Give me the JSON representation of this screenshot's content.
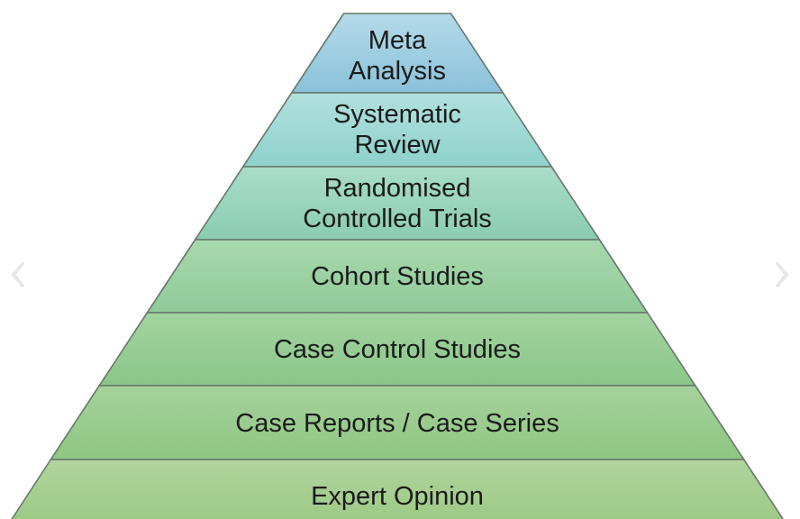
{
  "page": {
    "background_color": "#ffffff"
  },
  "pyramid": {
    "outline_color": "#68786e",
    "text_color": "#1b1b1b",
    "levels": [
      {
        "id": "meta-analysis",
        "lines": [
          "Meta",
          "Analysis"
        ],
        "color_top": "#b4dbe9",
        "color_bottom": "#8ac1d9"
      },
      {
        "id": "systematic-review",
        "lines": [
          "Systematic",
          "Review"
        ],
        "color_top": "#b1e1de",
        "color_bottom": "#8ed1cb"
      },
      {
        "id": "randomised-controlled-trials",
        "lines": [
          "Randomised",
          "Controlled Trials"
        ],
        "color_top": "#a9ddc9",
        "color_bottom": "#8accb2"
      },
      {
        "id": "cohort-studies",
        "lines": [
          "Cohort Studies"
        ],
        "color_top": "#a8d9ae",
        "color_bottom": "#8fca99"
      },
      {
        "id": "case-control-studies",
        "lines": [
          "Case Control Studies"
        ],
        "color_top": "#a3d4a1",
        "color_bottom": "#8ac689"
      },
      {
        "id": "case-reports-case-series",
        "lines": [
          "Case Reports / Case Series"
        ],
        "color_top": "#a6d29b",
        "color_bottom": "#8ec682"
      },
      {
        "id": "expert-opinion",
        "lines": [
          "Expert Opinion"
        ],
        "color_top": "#b1d59d",
        "color_bottom": "#9dc986"
      }
    ]
  },
  "nav": {
    "prev_icon": "chevron-left",
    "next_icon": "chevron-right",
    "arrow_color": "#e7e7e7"
  }
}
